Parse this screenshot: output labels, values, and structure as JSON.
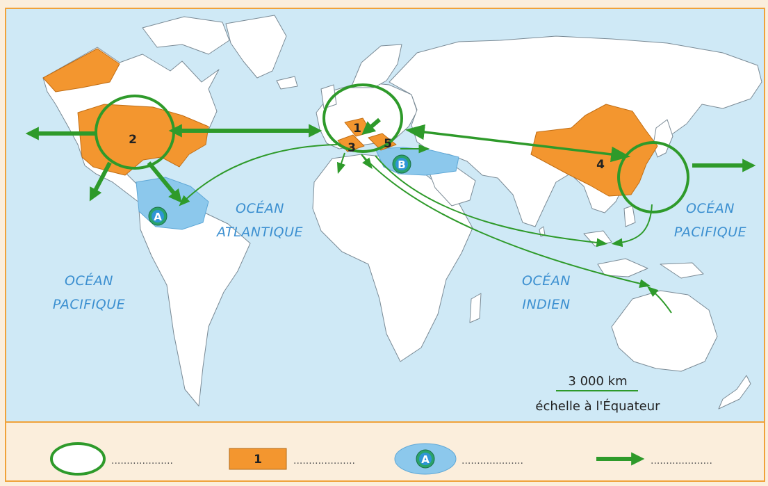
{
  "colors": {
    "ocean": "#cfe9f6",
    "land": "#ffffff",
    "center": "#f3962f",
    "periphery": "#8cc8ec",
    "flow": "#2e9a2a",
    "frame": "#f0a23a"
  },
  "oceans": {
    "pacific_west": [
      "OCÉAN",
      "PACIFIQUE"
    ],
    "atlantic": [
      "OCÉAN",
      "ATLANTIQUE"
    ],
    "indian": [
      "OCÉAN",
      "INDIEN"
    ],
    "pacific_east": [
      "OCÉAN",
      "PACIFIQUE"
    ]
  },
  "map_labels": {
    "north_america": "2",
    "europe_north": "1",
    "europe_west": "3",
    "europe_east": "5",
    "east_asia": "4",
    "periphery_a": "A",
    "periphery_b": "B"
  },
  "scale": {
    "distance": "3 000 km",
    "note": "échelle à l'Équateur"
  },
  "legend": {
    "placeholder": "....................",
    "center_label": "1",
    "periphery_label": "A"
  }
}
